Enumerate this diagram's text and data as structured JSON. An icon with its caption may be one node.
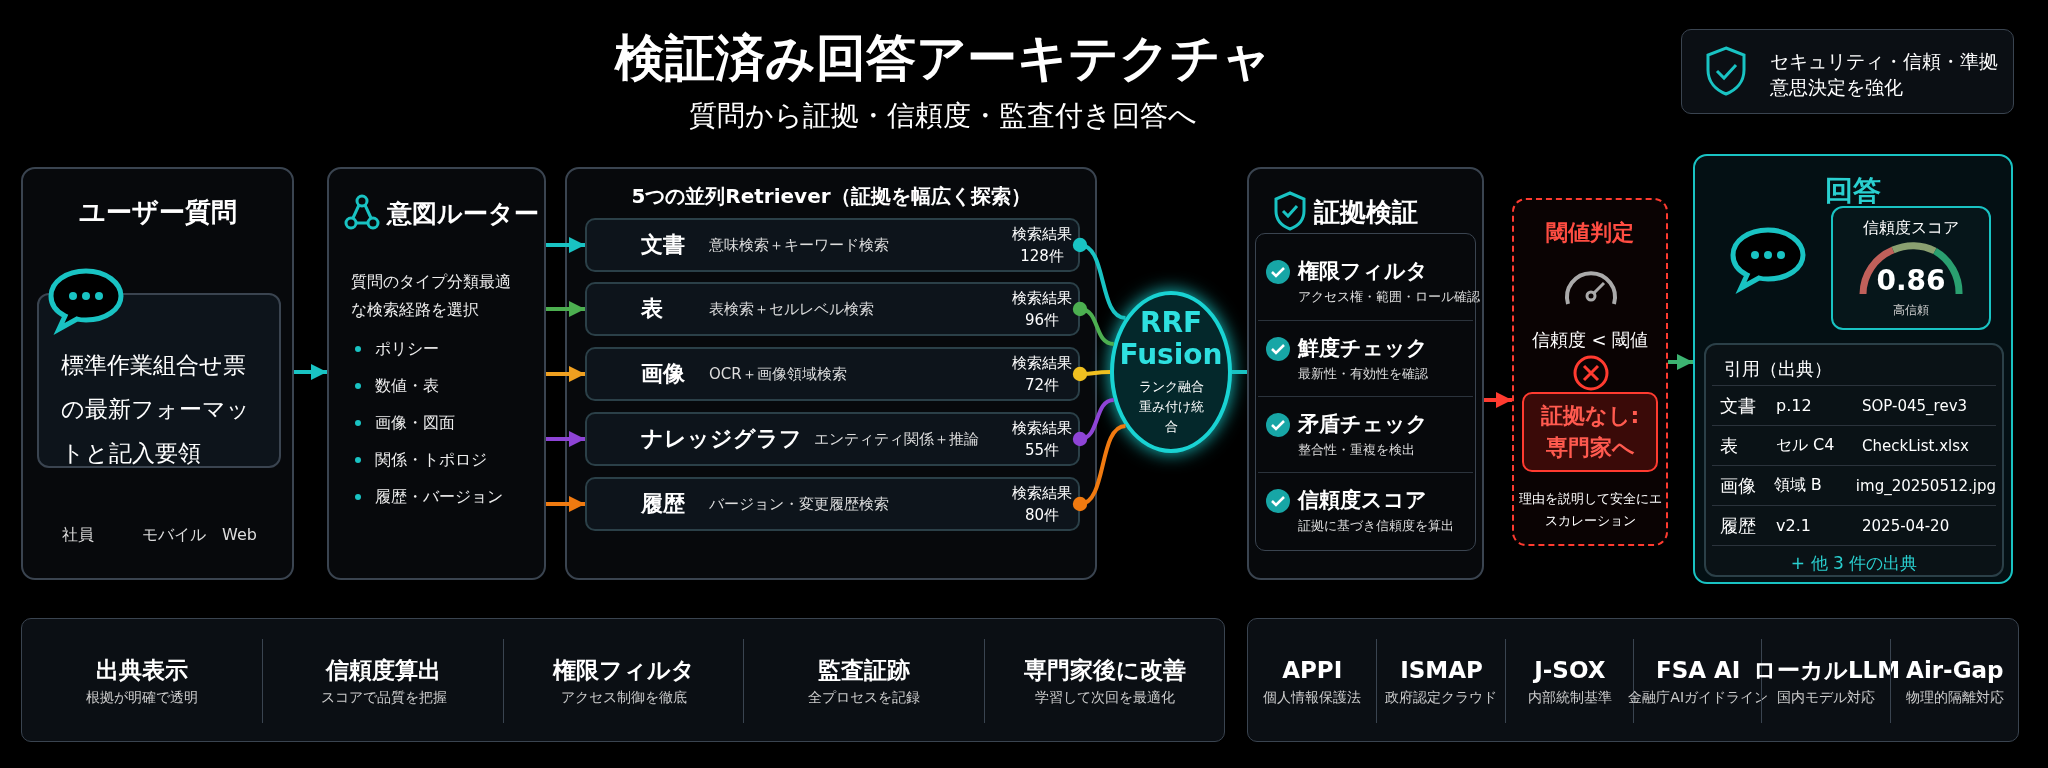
{
  "diagram": {
    "title": "検証済み回答アーキテクチャ",
    "nodes": [
      {
        "text": [
          "ユーザー質問"
        ]
      },
      {
        "text": [
          "標準作業組合せ票の最新フォーマットと記入要領"
        ],
        "in": 0
      },
      {
        "text": [
          "意図ルーター",
          "質問のタイプ分類最適な検索経路を選択",
          "ポリシー",
          "数値・表",
          "画像・図面",
          "関係・トポロジ",
          "履歴・バージョン"
        ]
      },
      {
        "text": [
          "5つの並列Retriever（証拠を幅広く探索）"
        ]
      },
      {
        "text": [
          "文書",
          "意味検索＋キーワード検索",
          "検索結果128件"
        ],
        "in": 3
      },
      {
        "text": [
          "表",
          "表検索＋セルレベル検索",
          "検索結果96件"
        ],
        "in": 3
      },
      {
        "text": [
          "画像",
          "OCR＋画像領域検索",
          "検索結果72件"
        ],
        "in": 3
      },
      {
        "text": [
          "ナレッジグラフ",
          "エンティティ関係＋推論",
          "検索結果55件"
        ],
        "in": 3
      },
      {
        "text": [
          "履歴",
          "バージョン・変更履歴検索",
          "検索結果80件"
        ],
        "in": 3
      },
      {
        "text": [
          "RRF Fusion",
          "ランク融合重み付け統合"
        ]
      },
      {
        "text": [
          "証拠検証"
        ]
      },
      {
        "text": [
          "権限フィルタ",
          "アクセス権・範囲・ロール確認"
        ],
        "in": 10
      },
      {
        "text": [
          "鮮度チェック",
          "最新性・有効性を確認"
        ],
        "in": 10
      },
      {
        "text": [
          "矛盾チェック",
          "整合性・重複を検出"
        ],
        "in": 10
      },
      {
        "text": [
          "信頼度スコア",
          "証拠に基づき信頼度を算出"
        ],
        "in": 10
      },
      {
        "text": [
          "閾値判定",
          "信頼度 < 閾値",
          "理由を説明して安全にエスカレーション"
        ]
      },
      {
        "text": [
          "証拠なし:専門家へ"
        ],
        "in": 15
      },
      {
        "text": [
          "回答"
        ]
      },
      {
        "text": [
          "信頼度スコア",
          "0.86",
          "高信頼"
        ],
        "in": 17
      },
      {
        "text": [
          "引用（出典）"
        ],
        "in": 17
      },
      {
        "text": [
          "文書",
          "p.12",
          "SOP-045_rev3"
        ],
        "in": 19
      },
      {
        "text": [
          "表",
          "セル C4",
          "CheckList.xlsx"
        ],
        "in": 19
      },
      {
        "text": [
          "画像",
          "領域 B",
          "img_20250512.jpg"
        ],
        "in": 19
      },
      {
        "text": [
          "履歴",
          "v2.1",
          "2025-04-20"
        ],
        "in": 19
      },
      {
        "text": [
          "+ 他 3 件の出典"
        ],
        "in": 19
      }
    ],
    "edges": [
      {
        "from": 0,
        "to": 2,
        "arrow": "to"
      },
      {
        "from": 2,
        "to": 4,
        "arrow": "to"
      },
      {
        "from": 2,
        "to": 5,
        "arrow": "to",
        "color": "#4caf50"
      },
      {
        "from": 2,
        "to": 6,
        "arrow": "to",
        "color": "#f0a020"
      },
      {
        "from": 2,
        "to": 7,
        "arrow": "to",
        "color": "#8e44d6"
      },
      {
        "from": 2,
        "to": 8,
        "arrow": "to",
        "color": "#f07a10"
      },
      {
        "from": 4,
        "to": 9,
        "arrow": "other"
      },
      {
        "from": 5,
        "to": 9,
        "arrow": "other",
        "color": "#4caf50"
      },
      {
        "from": 6,
        "to": 9,
        "arrow": "other",
        "color": "#f0c020"
      },
      {
        "from": 7,
        "to": 9,
        "arrow": "other",
        "color": "#8e44d6"
      },
      {
        "from": 8,
        "to": 9,
        "arrow": "other",
        "color": "#f07a10"
      },
      {
        "from": 9,
        "to": 10,
        "arrow": "none"
      },
      {
        "from": 10,
        "to": 15,
        "arrow": "to",
        "color": "#ff3b30"
      },
      {
        "from": 15,
        "to": 17,
        "arrow": "to",
        "color": "#3cb371"
      }
    ],
    "labels": [
      "質問から証拠・信頼度・監査付き回答へ",
      "セキュリティ・信頼・準拠意思決定を強化",
      "社員",
      "モバイル",
      "Web",
      "出典表示",
      "根拠が明確で透明",
      "信頼度算出",
      "スコアで品質を把握",
      "権限フィルタ",
      "アクセス制御を徹底",
      "監査証跡",
      "全プロセスを記録",
      "専門家後に改善",
      "学習して次回を最適化",
      "APPI",
      "個人情報保護法",
      "ISMAP",
      "政府認定クラウド",
      "J-SOX",
      "内部統制基準",
      "FSA AI",
      "金融庁AIガイドライン",
      "ローカルLLM",
      "国内モデル対応",
      "Air-Gap",
      "物理的隔離対応"
    ]
  }
}
